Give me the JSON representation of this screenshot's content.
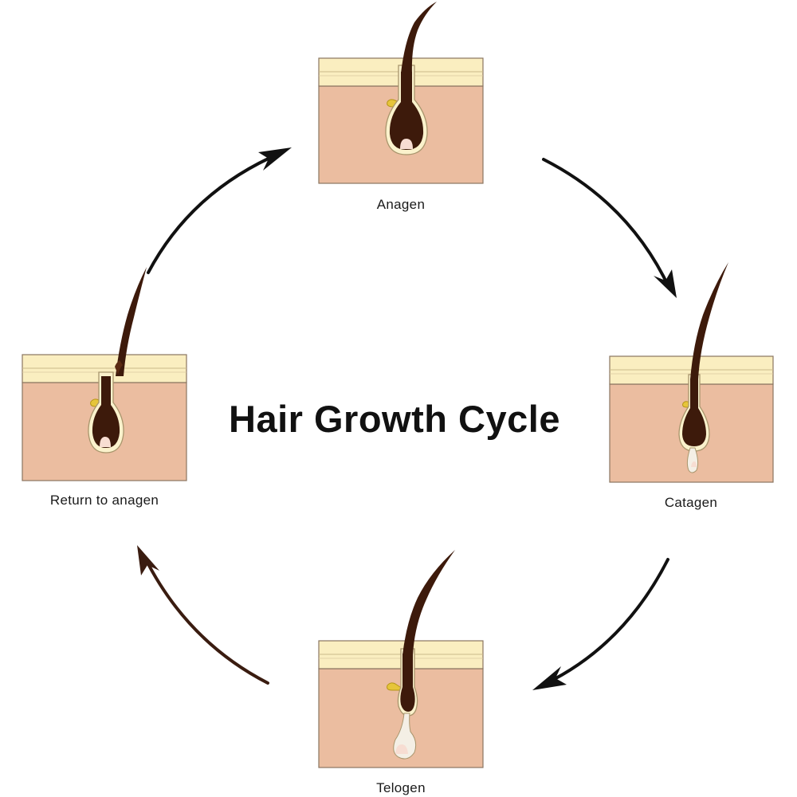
{
  "title": "Hair Growth Cycle",
  "stages": {
    "anagen": "Anagen",
    "catagen": "Catagen",
    "telogen": "Telogen",
    "return_to_anagen": "Return to anagen"
  },
  "colors": {
    "skin": "#ebbda0",
    "skin_stroke": "#8a7560",
    "epidermis": "#faeec0",
    "follicle_sheath": "#fbf2cc",
    "hair": "#3d1a0b",
    "papilla": "#f7ddd2",
    "sebaceous_gland": "#e6c53a",
    "arrow_dark": "#111111",
    "arrow_brown": "#3a1c10",
    "title": "#111111"
  },
  "icons": [
    "skin-cross-section-anagen",
    "skin-cross-section-catagen",
    "skin-cross-section-telogen",
    "skin-cross-section-return",
    "cycle-arrows"
  ]
}
